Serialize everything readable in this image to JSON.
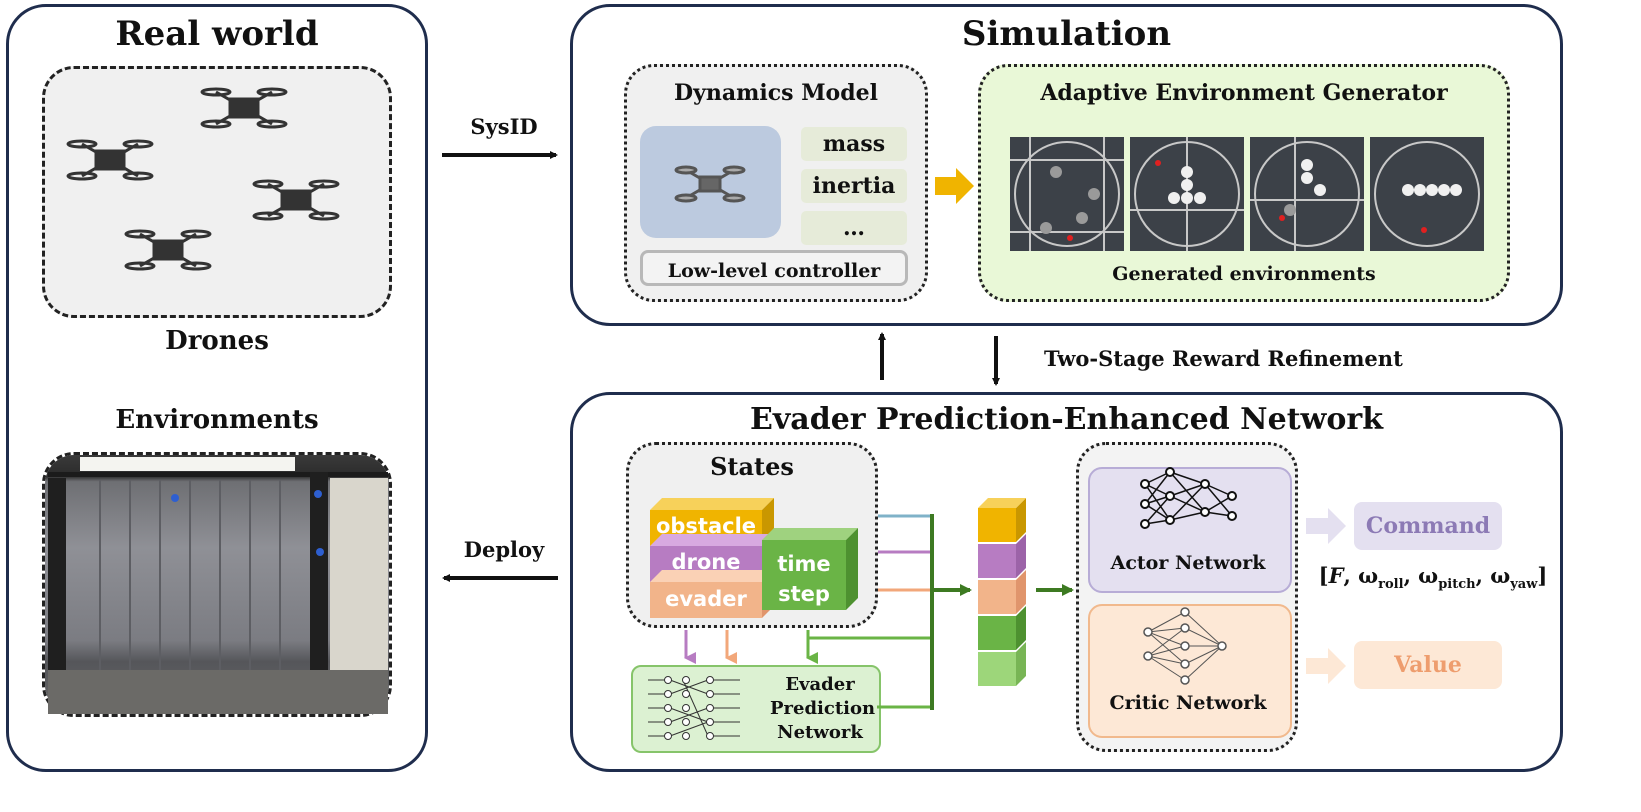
{
  "real_world": {
    "title": "Real world",
    "drones_label": "Drones",
    "environments_label": "Environments"
  },
  "arrows": {
    "sysid": "SysID",
    "deploy": "Deploy",
    "reward": "Two-Stage Reward Refinement"
  },
  "simulation": {
    "title": "Simulation",
    "dynamics": {
      "title": "Dynamics Model",
      "params": [
        "mass",
        "inertia",
        "…"
      ],
      "controller": "Low-level controller"
    },
    "generator": {
      "title": "Adaptive Environment Generator",
      "caption": "Generated environments"
    }
  },
  "network": {
    "title": "Evader Prediction-Enhanced Network",
    "states": {
      "title": "States",
      "obstacle": "obstacle",
      "drone": "drone",
      "evader": "evader",
      "time": "time",
      "step": "step"
    },
    "evader_net": [
      "Evader",
      "Prediction",
      "Network"
    ],
    "actor": "Actor Network",
    "critic": "Critic Network",
    "command": "Command",
    "value": "Value",
    "command_formula": "[F, ωroll, ωpitch, ωyaw]"
  },
  "colors": {
    "panel_border": "#1f2d4d",
    "obstacle": "#f0b400",
    "drone": "#b77cc2",
    "evader": "#f2b48a",
    "time_step": "#6ab446",
    "evader_net_bg": "#dcf1d2",
    "generator_bg": "#e9f8d7",
    "actor_bg": "#e4e0f0",
    "critic_bg": "#fde8d6",
    "command": "#8c7ab5",
    "value": "#ee9d6e"
  }
}
